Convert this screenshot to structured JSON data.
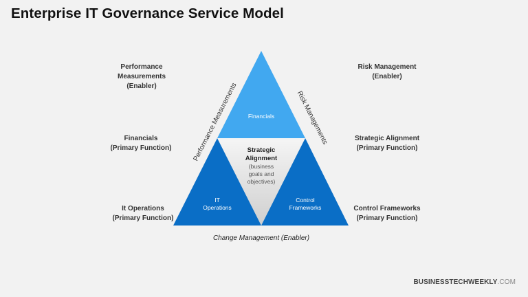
{
  "title": "Enterprise IT Governance Service Model",
  "side_labels": {
    "top_left": [
      "Performance",
      "Measurements",
      "(Enabler)"
    ],
    "mid_left": [
      "Financials",
      "(Primary Function)"
    ],
    "bottom_left": [
      "It Operations",
      "(Primary Function)"
    ],
    "top_right": [
      "Risk Management",
      "(Enabler)"
    ],
    "mid_right": [
      "Strategic Alignment",
      "(Primary Function)"
    ],
    "bottom_right": [
      "Control Frameworks",
      "(Primary Function)"
    ]
  },
  "triangle": {
    "top": {
      "label": "Financials",
      "color": "#41a8f0"
    },
    "left": {
      "label_line1": "IT",
      "label_line2": "Operations",
      "color": "#0a6ec6"
    },
    "right": {
      "label_line1": "Control",
      "label_line2": "Frameworks",
      "color": "#0a6ec6"
    },
    "center": {
      "title_line1": "Strategic",
      "title_line2": "Alignment",
      "sub_line1": "(business",
      "sub_line2": "goals and",
      "sub_line3": "objectives)",
      "color_top": "#f5f5f5",
      "color_bottom": "#cfcfcf"
    }
  },
  "edge_labels": {
    "left": "Performance Measurements",
    "right": "Risk Managements"
  },
  "bottom_label": "Change Management (Enabler)",
  "brand": {
    "bold": "BUSINESSTECHWEEKLY",
    "light": ".COM"
  }
}
